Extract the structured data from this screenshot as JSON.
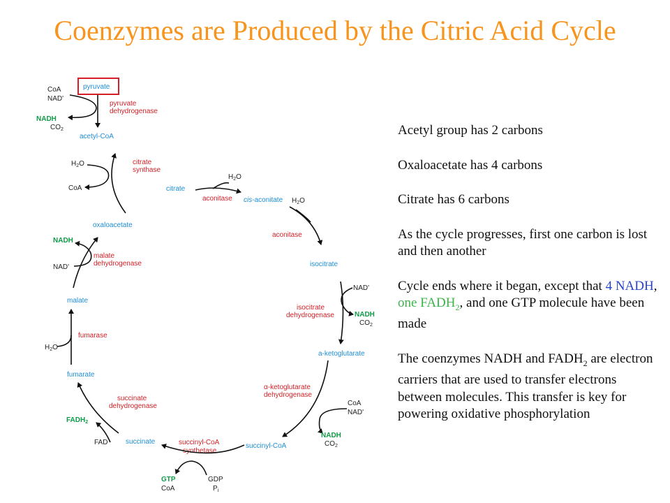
{
  "title": "Coenzymes are Produced by the Citric Acid Cycle",
  "diagram": {
    "pyruvate": "pyruvate",
    "coa1": "CoA",
    "nad1": "NAD'",
    "nadh1": "NADH",
    "co2_1": "CO",
    "pdh1": "pyruvate",
    "pdh2": "dehydrogenase",
    "acetyl": "acetyl-CoA",
    "h2o1": "H",
    "h2o1b": "O",
    "cs1": "citrate",
    "cs2": "synthase",
    "coa2": "CoA",
    "citrate": "citrate",
    "h2o2": "H",
    "h2o2b": "O",
    "aconitase1": "aconitase",
    "cis": "cis",
    "cis_rest": "-aconitate",
    "h2o3": "H",
    "h2o3b": "O",
    "aconitase2": "aconitase",
    "oxaloacetate": "oxaloacetate",
    "nadh2": "NADH",
    "nad2": "NAD'",
    "md1": "malate",
    "md2": "dehydrogenase",
    "isocitrate": "isocitrate",
    "nad3": "NAD'",
    "idh1": "isocitrate",
    "idh2": "dehydrogenase",
    "nadh3": "NADH",
    "co2_3": "CO",
    "malate": "malate",
    "fumarase": "fumarase",
    "h2o4": "H",
    "h2o4b": "O",
    "akg": "a-ketoglutarate",
    "fumarate": "fumarate",
    "akgdh_alpha": "α",
    "akgdh1": "-ketoglutarate",
    "akgdh2": "dehydrogenase",
    "coa4": "CoA",
    "nad4": "NAD'",
    "sdh1": "succinate",
    "sdh2": "dehydrogenase",
    "fadh2": "FADH",
    "fadh2_sub": "2",
    "fad": "FAD",
    "succinate": "succinate",
    "scs1": "succinyl-CoA",
    "scs2": "synthetase",
    "succinylcoa": "succinyl-CoA",
    "nadh4": "NADH",
    "co2_4": "CO",
    "gtp": "GTP",
    "coa5": "CoA",
    "gdp": "GDP",
    "pi": "P",
    "pi_sub": "i",
    "sub2": "2"
  },
  "notes": {
    "line1": "Acetyl group has 2 carbons",
    "line2": "Oxaloacetate has 4 carbons",
    "line3": "Citrate has 6 carbons",
    "line4": "As the cycle progresses, first one carbon is lost and then another",
    "line5_a": "Cycle ends where it began, except that",
    "line5_nadh": "4 NADH",
    "line5_b": ",",
    "line5_fadh": "one FADH",
    "line5_fadh_sub": "2",
    "line5_c": ", and one GTP molecule have been made",
    "line6_a": "The coenzymes NADH and FADH",
    "line6_sub": "2",
    "line6_b": "are electron carriers that are used to transfer electrons between molecules. This transfer is key for powering oxidative phosphorylation"
  },
  "colors": {
    "title": "#f7941d",
    "metabolite": "#1e8ed6",
    "enzyme": "#d41f26",
    "coenzyme": "#109b48",
    "nadh_text": "#2a45c9",
    "fadh_text": "#3cb54a"
  }
}
